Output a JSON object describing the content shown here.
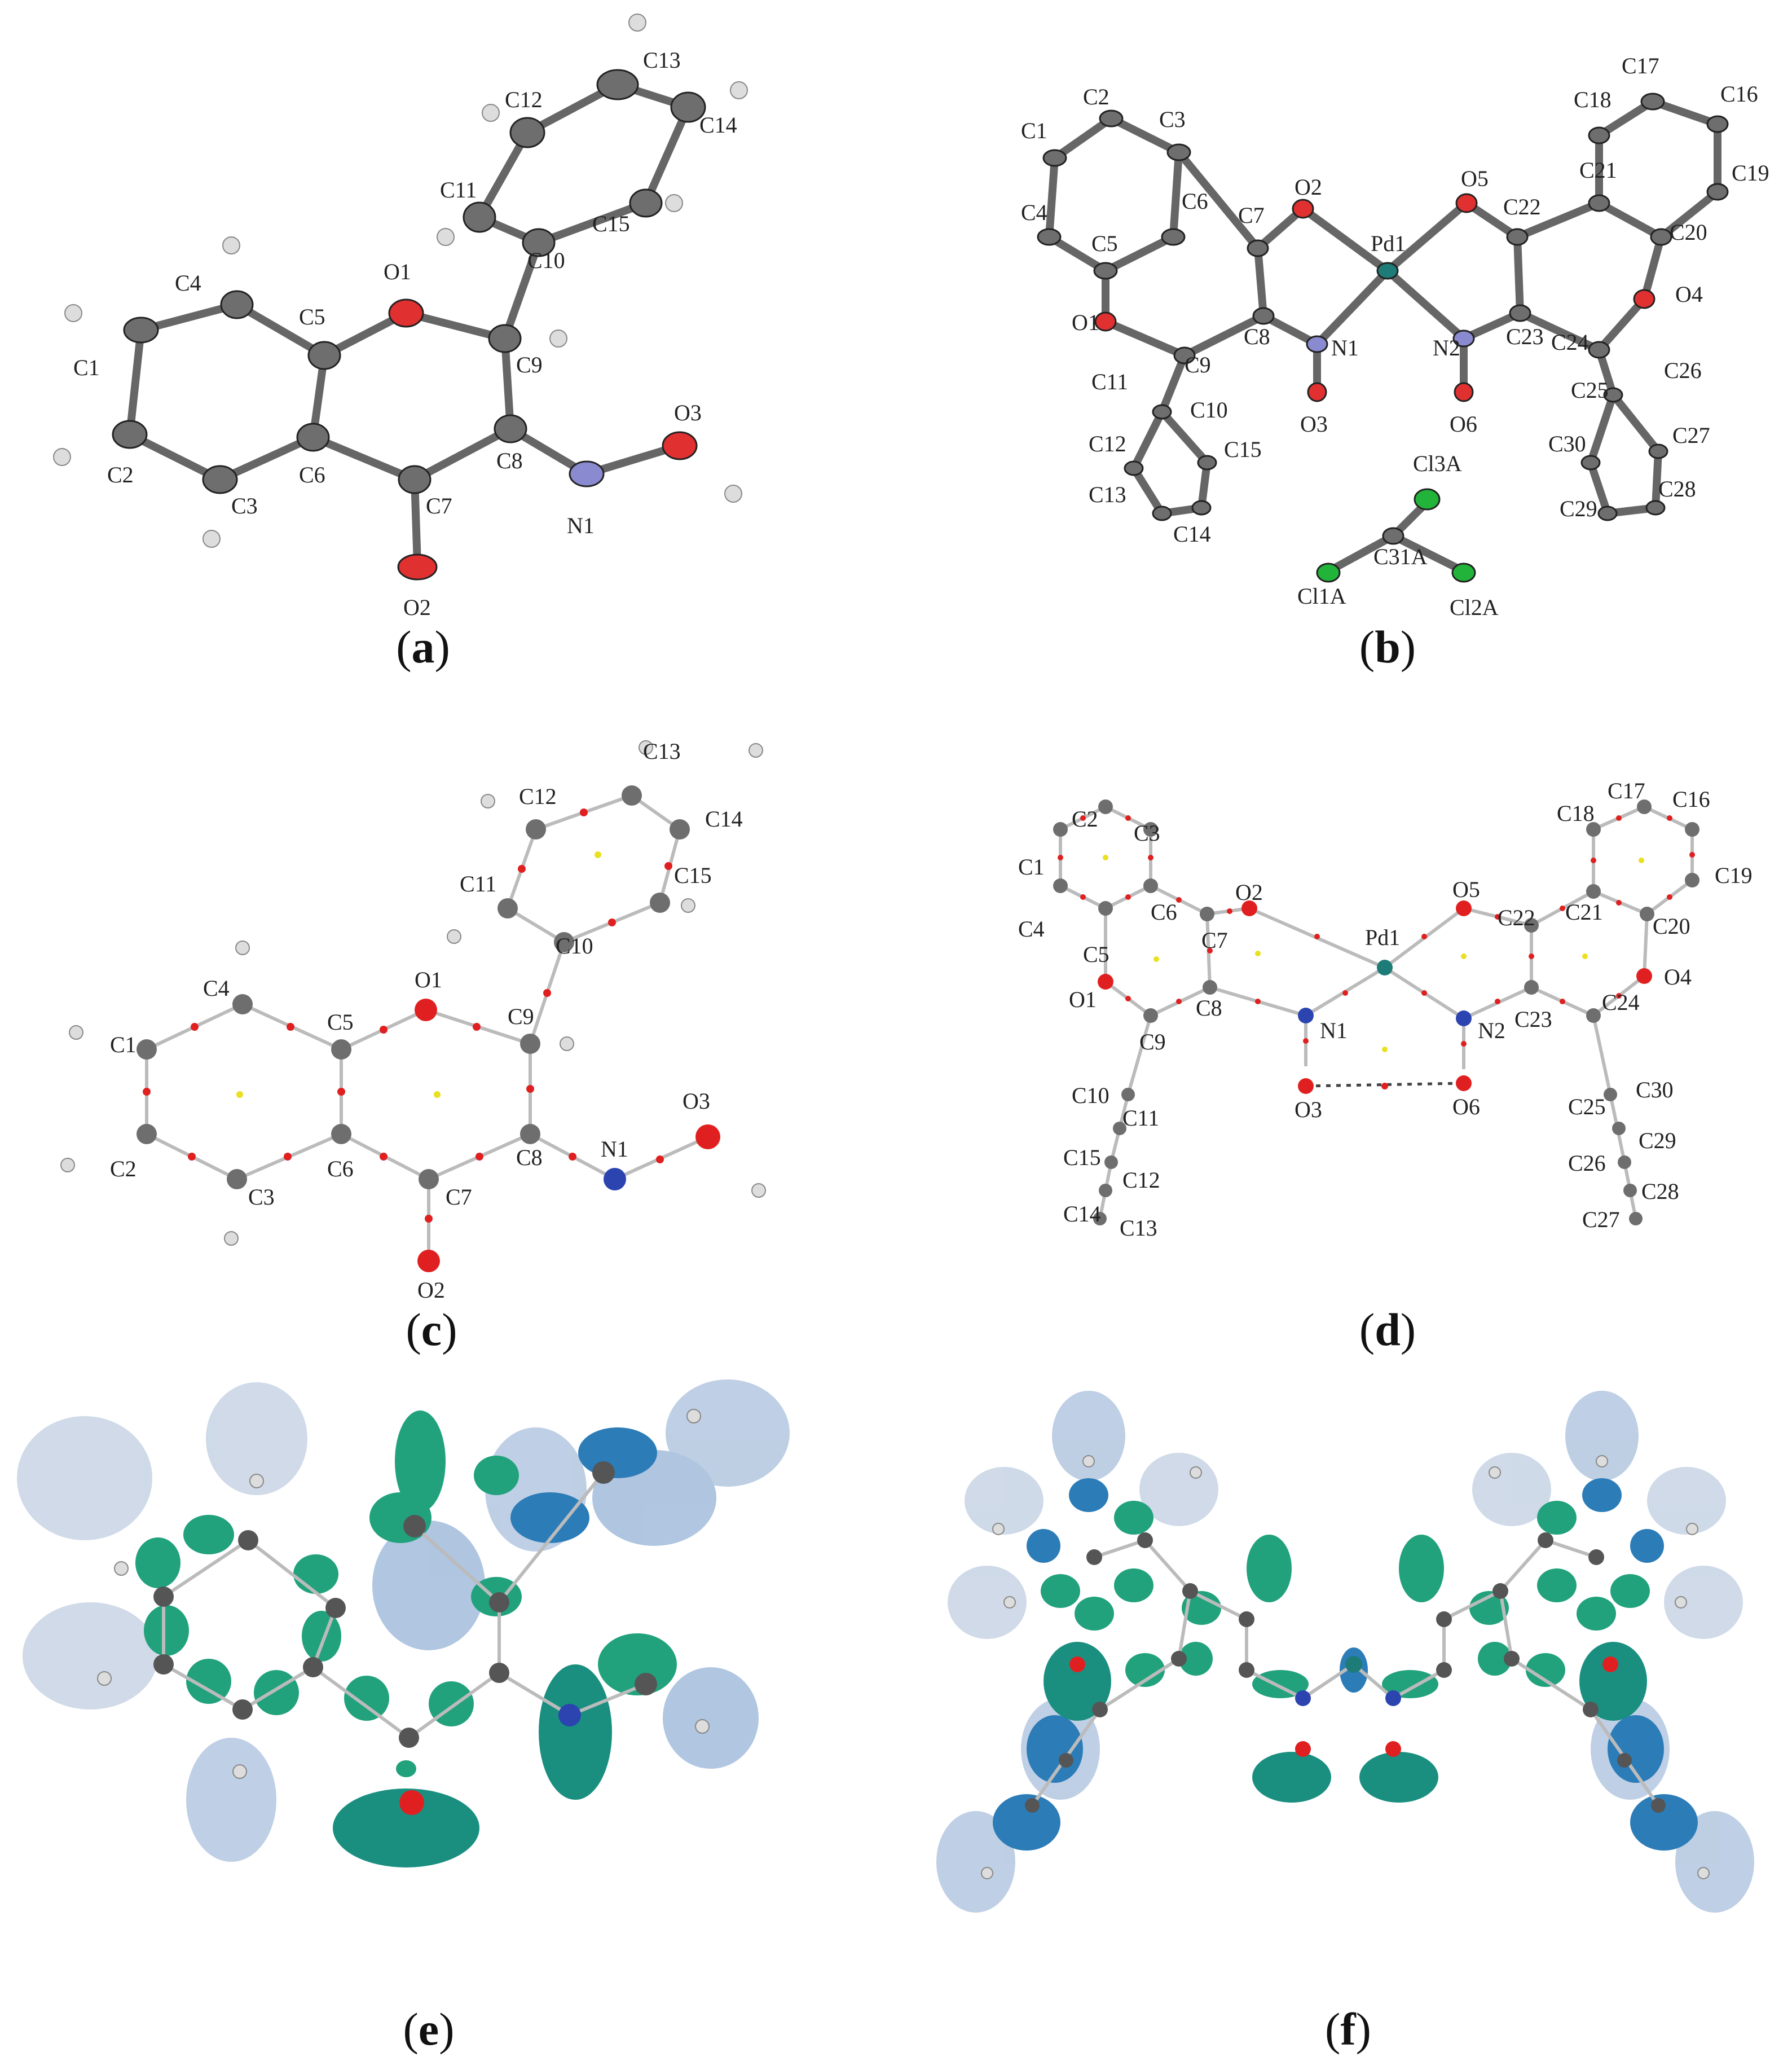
{
  "figure": {
    "panels": [
      {
        "id": "a",
        "caption": "a",
        "atom_labels": [
          "C13",
          "C12",
          "C14",
          "C11",
          "C15",
          "C10",
          "C4",
          "O1",
          "C5",
          "C9",
          "C1",
          "O3",
          "C8",
          "C6",
          "C2",
          "C3",
          "C7",
          "N1",
          "O2"
        ]
      },
      {
        "id": "b",
        "caption": "b",
        "atom_labels": [
          "C2",
          "C3",
          "C1",
          "O2",
          "Pd1",
          "O5",
          "C4",
          "C6",
          "C7",
          "C22",
          "C5",
          "O1",
          "C8",
          "N1",
          "N2",
          "C23",
          "C9",
          "C10",
          "C11",
          "C12",
          "C15",
          "C13",
          "C14",
          "O3",
          "O6",
          "Cl3A",
          "C31A",
          "Cl1A",
          "Cl2A",
          "C17",
          "C18",
          "C16",
          "C21",
          "C19",
          "C20",
          "O4",
          "C24",
          "C25",
          "C26",
          "C30",
          "C27",
          "C29",
          "C28"
        ]
      },
      {
        "id": "c",
        "caption": "c",
        "atom_labels": [
          "C13",
          "C12",
          "C14",
          "C11",
          "C15",
          "C10",
          "C4",
          "O1",
          "C5",
          "C9",
          "C1",
          "N1",
          "O3",
          "C8",
          "C6",
          "C2",
          "C3",
          "C7",
          "O2"
        ]
      },
      {
        "id": "d",
        "caption": "d",
        "atom_labels": [
          "C2",
          "C3",
          "C1",
          "C6",
          "C7",
          "O2",
          "Pd1",
          "O5",
          "C22",
          "C21",
          "C18",
          "C17",
          "C16",
          "C19",
          "C20",
          "O4",
          "C4",
          "C5",
          "O1",
          "C8",
          "N1",
          "N2",
          "C23",
          "C24",
          "C9",
          "O3",
          "O6",
          "C10",
          "C11",
          "C15",
          "C12",
          "C14",
          "C13",
          "C25",
          "C30",
          "C29",
          "C26",
          "C28",
          "C27"
        ]
      },
      {
        "id": "e",
        "caption": "e",
        "atom_labels": []
      },
      {
        "id": "f",
        "caption": "f",
        "atom_labels": []
      }
    ]
  },
  "colors": {
    "carbon": "#6e6e6e",
    "oxygen": "#e02020",
    "nitrogen": "#3a4fa8",
    "palladium": "#1e7c78",
    "chlorine": "#22b43a",
    "bcp": "#e02020",
    "rcp": "#e8e020",
    "elf_green": "#21a27c",
    "elf_blue": "#2c7cb8",
    "elf_halo": "#a9bcd6"
  }
}
